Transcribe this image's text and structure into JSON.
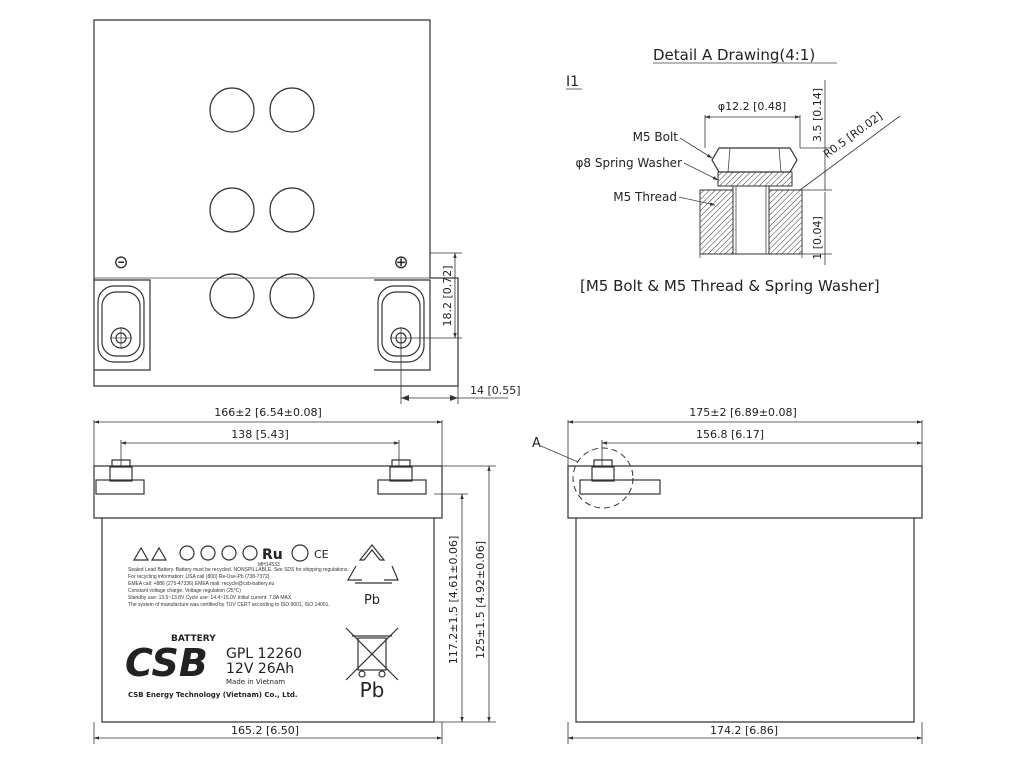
{
  "detail": {
    "title": "Detail A Drawing(4:1)",
    "section_mark": "I1",
    "labels": {
      "bolt": "M5 Bolt",
      "washer": "φ8 Spring Washer",
      "thread": "M5 Thread"
    },
    "dims": {
      "dia": "φ12.2 [0.48]",
      "height": "3.5 [0.14]",
      "radius": "R0.5 [R0.02]",
      "thread_len": "1 [0.04]"
    },
    "caption": "[M5 Bolt & M5 Thread & Spring Washer]"
  },
  "top_view": {
    "dims": {
      "height": "18.2 [0.72]",
      "offset": "14 [0.55]"
    },
    "terminal_symbols": {
      "negative": "⊝",
      "positive": "⊕"
    }
  },
  "front_view": {
    "dims": {
      "length": "166±2 [6.54±0.08]",
      "terminal_spacing": "138 [5.43]",
      "bottom_length": "165.2 [6.50]",
      "container_height": "117.2±1.5 [4.61±0.06]",
      "total_height": "125±1.5 [4.92±0.06]"
    },
    "label": {
      "brand": "CSB",
      "brand_sub": "BATTERY",
      "model": "GPL 12260",
      "rating": "12V 26Ah",
      "origin": "Made in Vietnam",
      "maker": "CSB Energy Technology (Vietnam) Co., Ltd.",
      "cert": "MH14533",
      "recycle_text": "Pb",
      "bin_text": "Pb",
      "fine_print": [
        "Sealed Lead Battery. Battery must be recycled. NONSPILLABLE. See SDS for shipping regulations.",
        "For recycling information: USA call (800) Re-Use-Pb (738-7372)",
        "EMEA call: +886 (275-47336)  EMEA mail: recycle@csb-battery.eu",
        "Constant voltage charge. Voltage regulation (25°C)",
        "Standby use: 13.5~13.8V  Cycle use: 14.4~15.0V  Initial current: 7.8A MAX.",
        "The system of manufacture was certified by TUV CERT according to ISO 9001, ISO 14001."
      ]
    }
  },
  "side_view": {
    "detail_callout": "A",
    "dims": {
      "length": "175±2 [6.89±0.08]",
      "terminal_pos": "156.8 [6.17]",
      "bottom_length": "174.2 [6.86]"
    }
  }
}
